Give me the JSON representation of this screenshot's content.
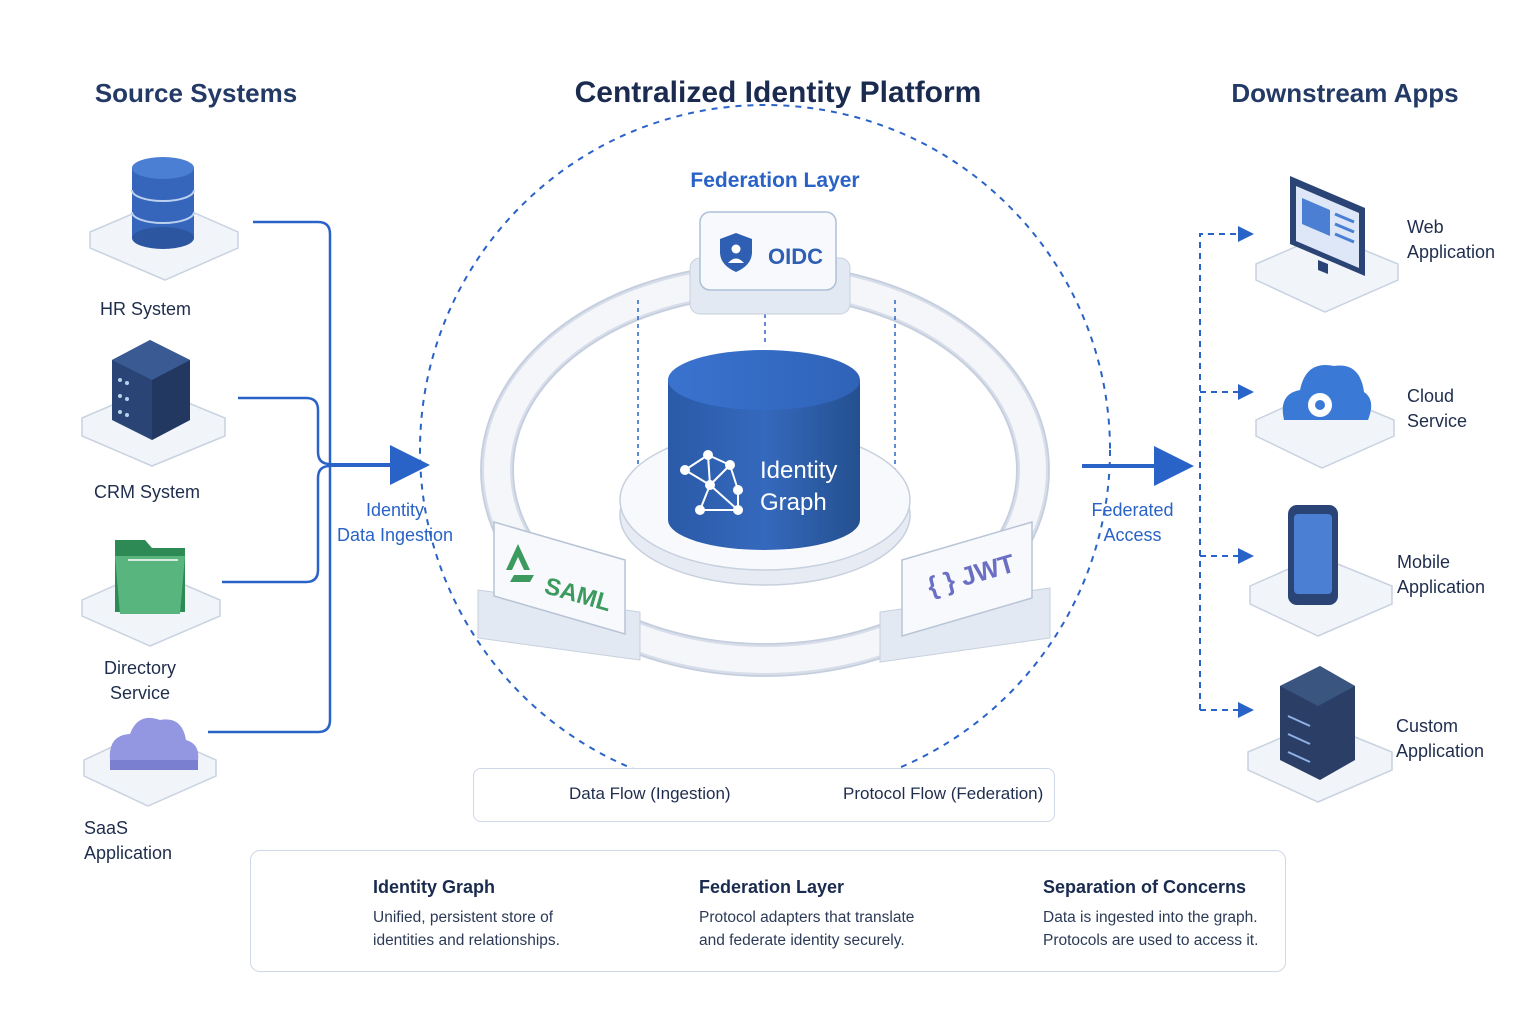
{
  "headers": {
    "left": "Source Systems",
    "center": "Centralized Identity Platform",
    "right": "Downstream Apps"
  },
  "sources": [
    {
      "label": "HR System",
      "icon": "database-icon"
    },
    {
      "label": "CRM System",
      "icon": "server-icon"
    },
    {
      "label_line1": "Directory",
      "label_line2": "Service",
      "icon": "folder-icon"
    },
    {
      "label_line1": "SaaS",
      "label_line2": "Application",
      "icon": "cloud-icon"
    }
  ],
  "flows": {
    "ingestion_line1": "Identity",
    "ingestion_line2": "Data Ingestion",
    "federated_line1": "Federated",
    "federated_line2": "Access"
  },
  "platform": {
    "federation_layer": "Federation Layer",
    "oidc": "OIDC",
    "saml": "SAML",
    "jwt": "{ } JWT",
    "graph_line1": "Identity",
    "graph_line2": "Graph"
  },
  "apps": [
    {
      "line1": "Web",
      "line2": "Application",
      "icon": "monitor-icon"
    },
    {
      "line1": "Cloud",
      "line2": "Service",
      "icon": "cloud-gear-icon"
    },
    {
      "line1": "Mobile",
      "line2": "Application",
      "icon": "phone-icon"
    },
    {
      "line1": "Custom",
      "line2": "Application",
      "icon": "server-icon"
    }
  ],
  "legend": {
    "data_flow": "Data Flow (Ingestion)",
    "protocol_flow": "Protocol Flow (Federation)"
  },
  "info": [
    {
      "title": "Identity Graph",
      "desc1": "Unified, persistent store of",
      "desc2": "identities and relationships."
    },
    {
      "title": "Federation Layer",
      "desc1": "Protocol adapters that translate",
      "desc2": "and federate identity securely."
    },
    {
      "title": "Separation of Concerns",
      "desc1": "Data is ingested into the graph.",
      "desc2": "Protocols are used to access it."
    }
  ],
  "colors": {
    "primary_blue": "#2f5fb3",
    "accent_blue": "#2a63c7",
    "green": "#3c9a5f",
    "purple": "#7a7fd0",
    "dark_navy": "#2b3f66"
  }
}
